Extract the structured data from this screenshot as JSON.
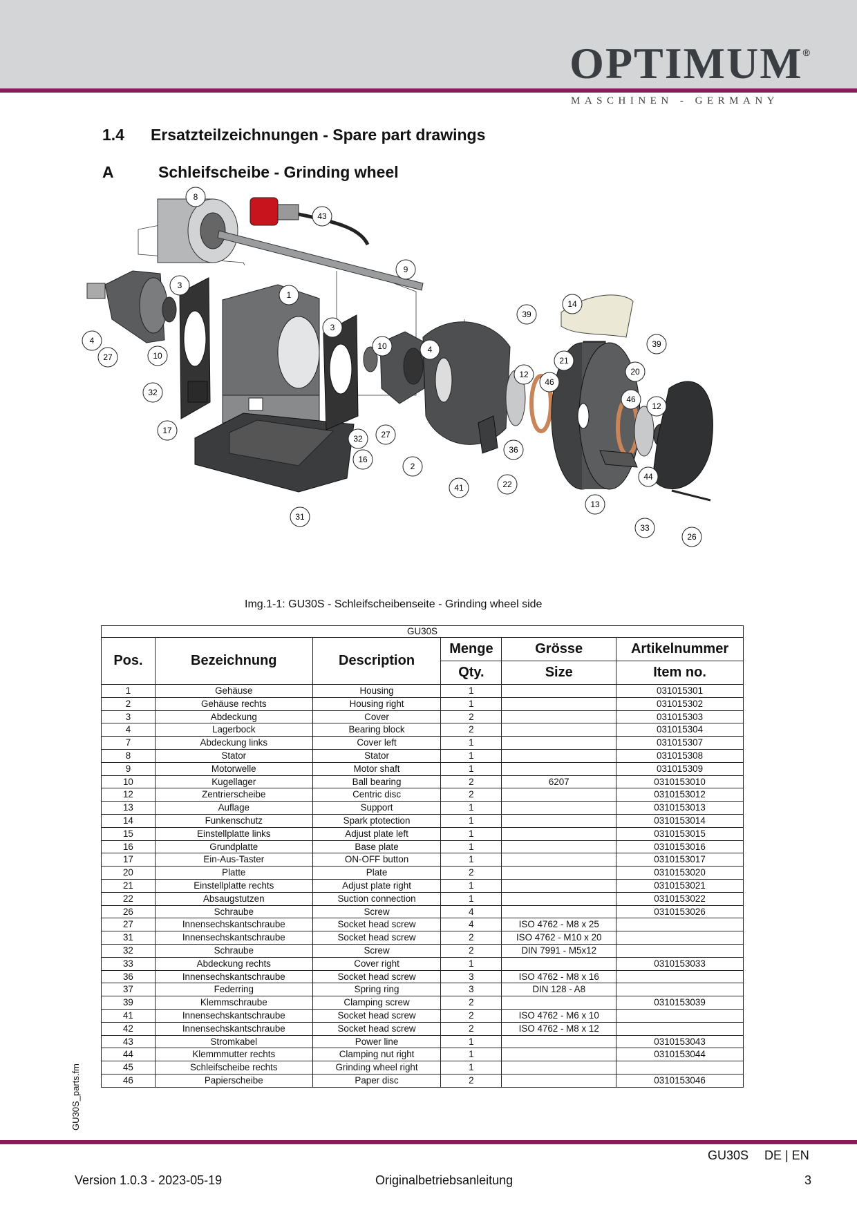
{
  "brand": {
    "name": "OPTIMUM",
    "reg": "®",
    "tagline": "MASCHINEN - GERMANY"
  },
  "section": {
    "number": "1.4",
    "title": "Ersatzteilzeichnungen - Spare part drawings"
  },
  "subsection": {
    "letter": "A",
    "title": "Schleifscheibe - Grinding wheel"
  },
  "figure": {
    "caption": "Img.1-1:   GU30S - Schleifscheibenseite - Grinding wheel side",
    "callouts": [
      "8",
      "43",
      "9",
      "3",
      "1",
      "3",
      "10",
      "4",
      "14",
      "39",
      "39",
      "4",
      "27",
      "10",
      "21",
      "20",
      "12",
      "46",
      "46",
      "12",
      "32",
      "17",
      "32",
      "27",
      "16",
      "36",
      "2",
      "41",
      "22",
      "44",
      "13",
      "31",
      "33",
      "26"
    ]
  },
  "table": {
    "model": "GU30S",
    "headers": {
      "pos": "Pos.",
      "bez": "Bezeichnung",
      "desc": "Description",
      "qty_de": "Menge",
      "qty_en": "Qty.",
      "size_de": "Grösse",
      "size_en": "Size",
      "item_de": "Artikelnummer",
      "item_en": "Item no."
    },
    "rows": [
      [
        "1",
        "Gehäuse",
        "Housing",
        "1",
        "",
        "031015301"
      ],
      [
        "2",
        "Gehäuse rechts",
        "Housing right",
        "1",
        "",
        "031015302"
      ],
      [
        "3",
        "Abdeckung",
        "Cover",
        "2",
        "",
        "031015303"
      ],
      [
        "4",
        "Lagerbock",
        "Bearing block",
        "2",
        "",
        "031015304"
      ],
      [
        "7",
        "Abdeckung links",
        "Cover left",
        "1",
        "",
        "031015307"
      ],
      [
        "8",
        "Stator",
        "Stator",
        "1",
        "",
        "031015308"
      ],
      [
        "9",
        "Motorwelle",
        "Motor shaft",
        "1",
        "",
        "031015309"
      ],
      [
        "10",
        "Kugellager",
        "Ball bearing",
        "2",
        "6207",
        "0310153010"
      ],
      [
        "12",
        "Zentrierscheibe",
        "Centric disc",
        "2",
        "",
        "0310153012"
      ],
      [
        "13",
        "Auflage",
        "Support",
        "1",
        "",
        "0310153013"
      ],
      [
        "14",
        "Funkenschutz",
        "Spark ptotection",
        "1",
        "",
        "0310153014"
      ],
      [
        "15",
        "Einstellplatte links",
        "Adjust plate left",
        "1",
        "",
        "0310153015"
      ],
      [
        "16",
        "Grundplatte",
        "Base plate",
        "1",
        "",
        "0310153016"
      ],
      [
        "17",
        "Ein-Aus-Taster",
        "ON-OFF button",
        "1",
        "",
        "0310153017"
      ],
      [
        "20",
        "Platte",
        "Plate",
        "2",
        "",
        "0310153020"
      ],
      [
        "21",
        "Einstellplatte rechts",
        "Adjust plate right",
        "1",
        "",
        "0310153021"
      ],
      [
        "22",
        "Absaugstutzen",
        "Suction connection",
        "1",
        "",
        "0310153022"
      ],
      [
        "26",
        "Schraube",
        "Screw",
        "4",
        "",
        "0310153026"
      ],
      [
        "27",
        "Innensechskantschraube",
        "Socket head screw",
        "4",
        "ISO 4762  - M8 x 25",
        ""
      ],
      [
        "31",
        "Innensechskantschraube",
        "Socket head screw",
        "2",
        "ISO 4762  - M10 x 20",
        ""
      ],
      [
        "32",
        "Schraube",
        "Screw",
        "2",
        "DIN 7991 - M5x12",
        ""
      ],
      [
        "33",
        "Abdeckung rechts",
        "Cover right",
        "1",
        "",
        "0310153033"
      ],
      [
        "36",
        "Innensechskantschraube",
        "Socket head screw",
        "3",
        "ISO 4762  - M8 x 16",
        ""
      ],
      [
        "37",
        "Federring",
        "Spring ring",
        "3",
        "DIN 128 - A8",
        ""
      ],
      [
        "39",
        "Klemmschraube",
        "Clamping screw",
        "2",
        "",
        "0310153039"
      ],
      [
        "41",
        "Innensechskantschraube",
        "Socket head screw",
        "2",
        "ISO 4762  - M6 x 10",
        ""
      ],
      [
        "42",
        "Innensechskantschraube",
        "Socket head screw",
        "2",
        "ISO 4762  - M8 x 12",
        ""
      ],
      [
        "43",
        "Stromkabel",
        "Power line",
        "1",
        "",
        "0310153043"
      ],
      [
        "44",
        "Klemmmutter rechts",
        "Clamping nut right",
        "1",
        "",
        "0310153044"
      ],
      [
        "45",
        "Schleifscheibe rechts",
        "Grinding wheel right",
        "1",
        "",
        ""
      ],
      [
        "46",
        "Papierscheibe",
        "Paper disc",
        "2",
        "",
        "0310153046"
      ]
    ]
  },
  "side_label": "GU30S_parts.fm",
  "footer": {
    "model": "GU30S",
    "lang": "DE | EN",
    "version": "Version 1.0.3 - 2023-05-19",
    "doc": "Originalbetriebsanleitung",
    "page": "3"
  },
  "colors": {
    "accent": "#8a1a5a",
    "header_bg": "#d4d5d7",
    "logo": "#3a3e42"
  }
}
